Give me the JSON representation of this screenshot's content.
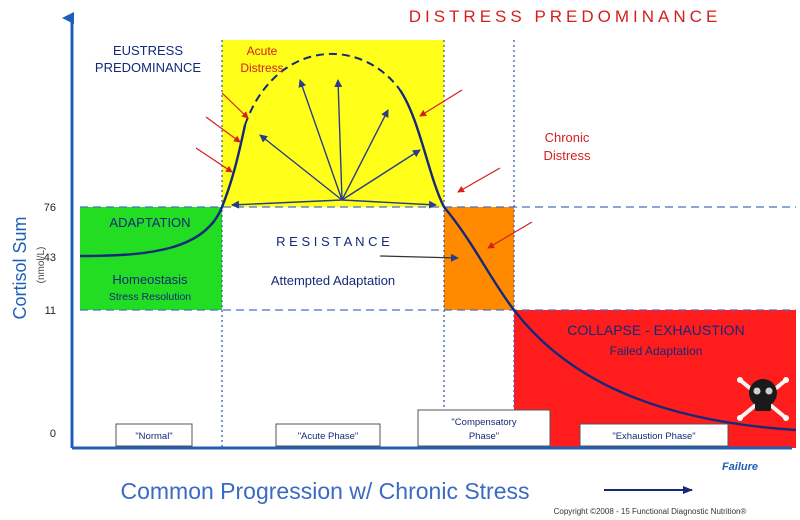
{
  "header": {
    "distress_predominance": "DISTRESS PREDOMINANCE"
  },
  "labels": {
    "eustress_line1": "EUSTRESS",
    "eustress_line2": "PREDOMINANCE",
    "acute_line1": "Acute",
    "acute_line2": "Distress",
    "chronic_line1": "Chronic",
    "chronic_line2": "Distress",
    "adaptation": "ADAPTATION",
    "resistance": "R E S I S T A N C E",
    "homeostasis": "Homeostasis",
    "stress_resolution": "Stress Resolution",
    "attempted_adaptation": "Attempted Adaptation",
    "collapse": "COLLAPSE - EXHAUSTION",
    "failed_adaptation": "Failed Adaptation",
    "failure": "Failure"
  },
  "phases": {
    "normal": "\"Normal\"",
    "acute": "\"Acute Phase\"",
    "compensatory_line1": "\"Compensatory",
    "compensatory_line2": "Phase\"",
    "exhaustion": "\"Exhaustion Phase\""
  },
  "axis": {
    "y_title": "Cortisol Sum",
    "y_unit": "(nmol/L)",
    "ticks": [
      "76",
      "43",
      "11",
      "0"
    ],
    "x_title": "Common Progression w/ Chronic Stress"
  },
  "copyright": "Copyright ©2008 - 15 Functional Diagnostic Nutrition®",
  "colors": {
    "axis_blue": "#1f5fb8",
    "yellow": "#ffff1a",
    "green": "#22dd22",
    "orange": "#ff8a00",
    "red": "#ff1c1c",
    "label_red": "#d42020",
    "navy": "#14297a"
  }
}
